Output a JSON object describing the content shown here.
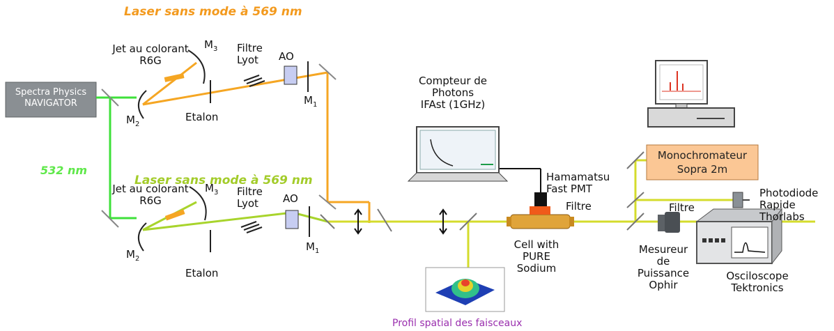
{
  "titles": {
    "orange_laser": "Laser sans mode à 569 nm",
    "green_laser": "Laser sans mode à 569 nm",
    "pump_wavelength": "532 nm"
  },
  "pump_laser": {
    "line1": "Spectra Physics",
    "line2": "NAVIGATOR"
  },
  "upper_cavity": {
    "dye_jet_line1": "Jet au colorant",
    "dye_jet_line2": "R6G",
    "m3": "M",
    "m3_sub": "3",
    "m2": "M",
    "m2_sub": "2",
    "m1": "M",
    "m1_sub": "1",
    "lyot_line1": "Filtre",
    "lyot_line2": "Lyot",
    "ao": "AO",
    "etalon": "Etalon"
  },
  "lower_cavity": {
    "dye_jet_line1": "Jet au colorant",
    "dye_jet_line2": "R6G",
    "m3": "M",
    "m3_sub": "3",
    "m2": "M",
    "m2_sub": "2",
    "m1": "M",
    "m1_sub": "1",
    "lyot_line1": "Filtre",
    "lyot_line2": "Lyot",
    "ao": "AO",
    "etalon": "Etalon"
  },
  "photon_counter": {
    "line1": "Compteur de",
    "line2": "Photons",
    "line3": "IFAst (1GHz)"
  },
  "pmt": {
    "line1": "Hamamatsu",
    "line2": "Fast PMT",
    "filter": "Filtre"
  },
  "cell": {
    "line1": "Cell with",
    "line2": "PURE",
    "line3": "Sodium"
  },
  "beam_profile": {
    "caption": "Profil spatial des faisceaux"
  },
  "monochromator": {
    "line1": "Monochromateur",
    "line2": "Sopra 2m"
  },
  "photodiode": {
    "line1": "Photodiode",
    "line2": "Rapide",
    "line3": "Thorlabs"
  },
  "power_meter": {
    "filter": "Filtre",
    "line1": "Mesureur",
    "line2": "de",
    "line3": "Puissance",
    "line4": "Ophir"
  },
  "oscilloscope": {
    "line1": "Osciloscope",
    "line2": "Tektronics"
  },
  "colors": {
    "orange_beam": "#f5a623",
    "green_beam": "#a8d42c",
    "pump_beam": "#3ee03a",
    "yellow_beam": "#d4dc2c",
    "mono_box": "#fbc795",
    "pump_box": "#8a8f93"
  }
}
